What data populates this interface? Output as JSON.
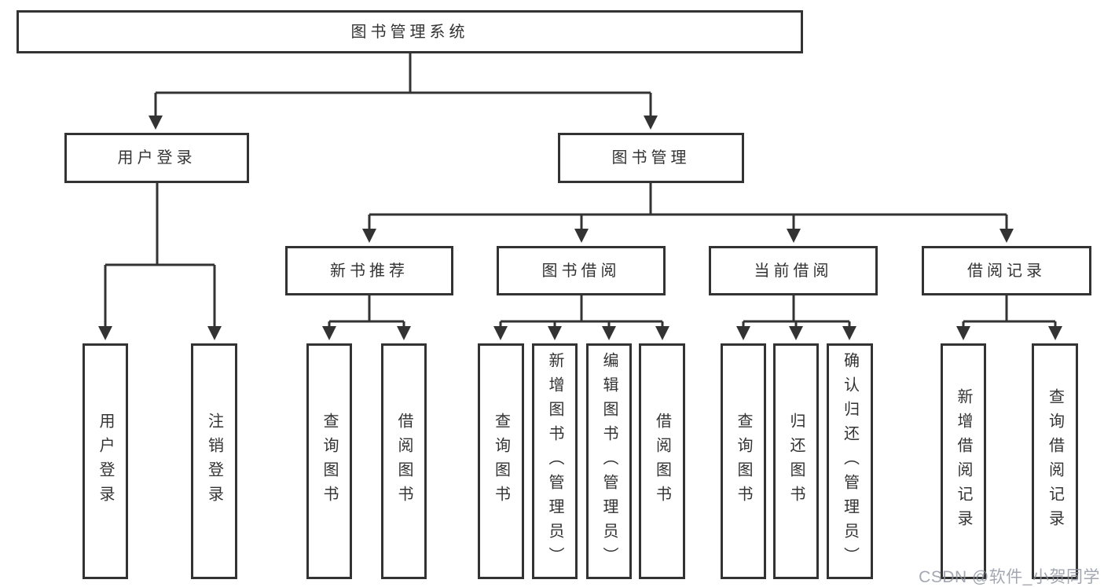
{
  "diagram": {
    "type": "hierarchy-tree",
    "nodes": {
      "root": {
        "label": "图书管理系统"
      },
      "user_login": {
        "label": "用户登录"
      },
      "book_mgmt": {
        "label": "图书管理"
      },
      "new_books": {
        "label": "新书推荐"
      },
      "book_borrow": {
        "label": "图书借阅"
      },
      "current_borrow": {
        "label": "当前借阅"
      },
      "borrow_records": {
        "label": "借阅记录"
      },
      "leaf_user_login": {
        "label": "用户登录"
      },
      "leaf_logout": {
        "label": "注销登录"
      },
      "leaf_newbook_query": {
        "label": "查询图书"
      },
      "leaf_newbook_borrow": {
        "label": "借阅图书"
      },
      "leaf_borrow_query": {
        "label": "查询图书"
      },
      "leaf_borrow_add": {
        "label": "新增图书（管理员）"
      },
      "leaf_borrow_edit": {
        "label": "编辑图书（管理员）"
      },
      "leaf_borrow_borrow": {
        "label": "借阅图书"
      },
      "leaf_current_query": {
        "label": "查询图书"
      },
      "leaf_current_return": {
        "label": "归还图书"
      },
      "leaf_current_confirm": {
        "label": "确认归还（管理员）"
      },
      "leaf_records_add": {
        "label": "新增借阅记录"
      },
      "leaf_records_query": {
        "label": "查询借阅记录"
      }
    },
    "hierarchy": {
      "图书管理系统": {
        "用户登录": [
          "用户登录",
          "注销登录"
        ],
        "图书管理": {
          "新书推荐": [
            "查询图书",
            "借阅图书"
          ],
          "图书借阅": [
            "查询图书",
            "新增图书（管理员）",
            "编辑图书（管理员）",
            "借阅图书"
          ],
          "当前借阅": [
            "查询图书",
            "归还图书",
            "确认归还（管理员）"
          ],
          "借阅记录": [
            "新增借阅记录",
            "查询借阅记录"
          ]
        }
      }
    }
  },
  "watermark": {
    "text": "CSDN @软件_小贺同学"
  },
  "colors": {
    "line": "#333333",
    "text": "#333333",
    "node_background": "#ffffff",
    "page_background": "#ffffff",
    "watermark": "#8f94a1"
  }
}
